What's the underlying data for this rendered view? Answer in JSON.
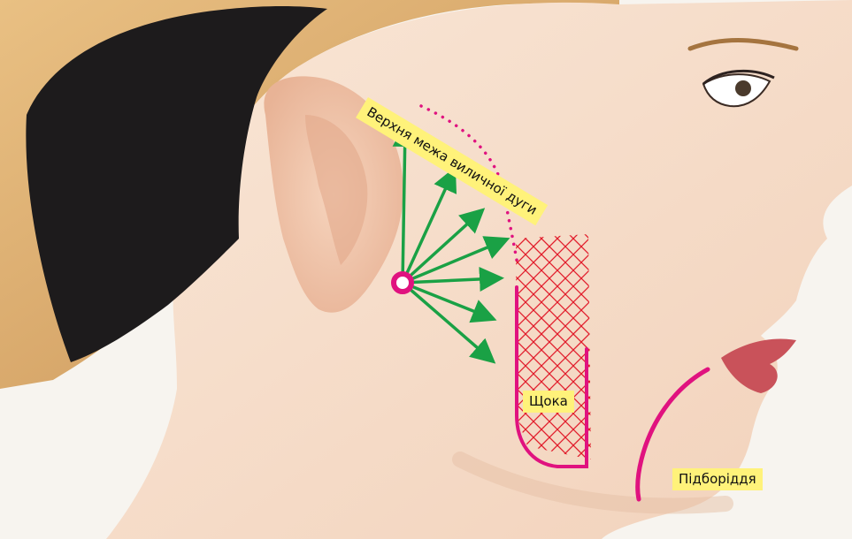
{
  "labels": {
    "zygomatic_arch": "Верхня межа виличної дуги",
    "cheek": "Щока",
    "chin": "Підборіддя"
  },
  "colors": {
    "background": "#f7f4ef",
    "skin": "#f6dcc8",
    "skin_shadow": "#e9bea3",
    "hair": "#d8a86a",
    "headband": "#1d1b1c",
    "arrow": "#1aa145",
    "marker": "#e0127f",
    "cheek_grid": "#e11c2b",
    "label_bg": "#fff27a",
    "lips": "#c9525a"
  },
  "icons": {
    "origin": "ring-marker-icon",
    "vectors": "arrow-icon"
  }
}
